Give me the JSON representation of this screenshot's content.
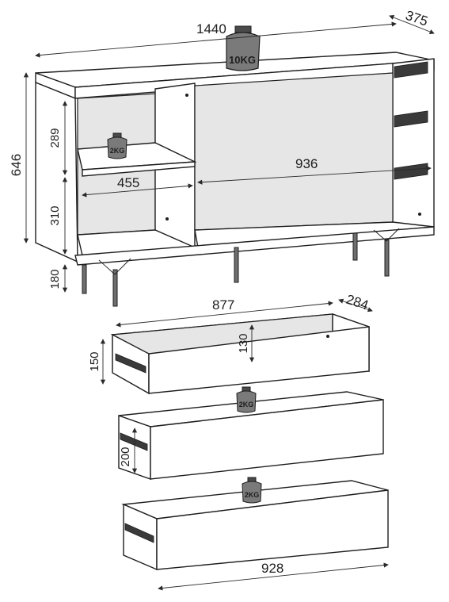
{
  "dimensions": {
    "width": "1440",
    "depth": "375",
    "height": "646",
    "shelf_upper": "289",
    "shelf_lower": "310",
    "leg_height": "180",
    "inner_left_width": "455",
    "inner_right_width": "936",
    "drawer_width": "877",
    "drawer_depth": "284",
    "drawer_inner_height": "130",
    "drawer_top_height": "150",
    "drawer_mid_height": "200",
    "drawer_front_width": "928"
  },
  "load_labels": {
    "top": "10KG",
    "shelf": "2KG",
    "drawer_middle": "2KG",
    "drawer_bottom": "2KG"
  },
  "colors": {
    "line": "#1e1e1e",
    "panel": "#ffffff",
    "shade": "#e6e6e6",
    "leg": "#6e6e6e"
  }
}
